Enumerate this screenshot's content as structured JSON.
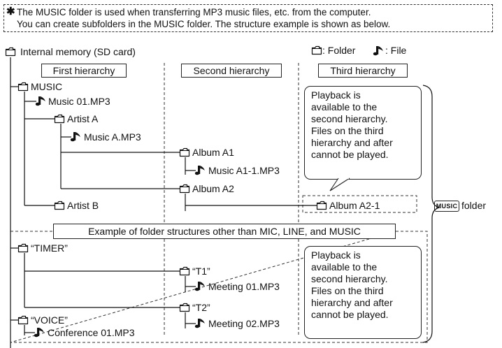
{
  "note": {
    "mark": "✱",
    "line1": "The MUSIC folder is used when transferring MP3 music files, etc. from the computer.",
    "line2": "You can create subfolders in the MUSIC folder. The structure example is shown as below."
  },
  "root": "Internal memory (SD card)",
  "legend": {
    "folder": ": Folder",
    "file": ": File"
  },
  "headers": {
    "first": "First hierarchy",
    "second": "Second hierarchy",
    "third": "Third hierarchy"
  },
  "tree": {
    "music": "MUSIC",
    "music01": "Music 01.MP3",
    "artist_a": "Artist A",
    "music_a": "Music A.MP3",
    "album_a1": "Album A1",
    "music_a1_1": "Music A1-1.MP3",
    "album_a2": "Album A2",
    "artist_b": "Artist B",
    "album_a2_1": "Album A2-1"
  },
  "bubble1": [
    "Playback is",
    "available to the",
    "second hierarchy.",
    "Files on the third",
    "hierarchy and after",
    "cannot be played."
  ],
  "bubble2": [
    "Playback is",
    "available to the",
    "second hierarchy.",
    "Files on the third",
    "hierarchy and after",
    "cannot be played."
  ],
  "example": {
    "title": "Example of folder structures other than MIC, LINE, and MUSIC",
    "timer": "“TIMER”",
    "t1": "“T1”",
    "meeting01": "Meeting 01.MP3",
    "t2": "“T2”",
    "meeting02": "Meeting 02.MP3",
    "voice": "“VOICE”",
    "conference01": "Conference 01.MP3"
  },
  "music_badge": "MUSIC",
  "music_folder_label": "folder"
}
